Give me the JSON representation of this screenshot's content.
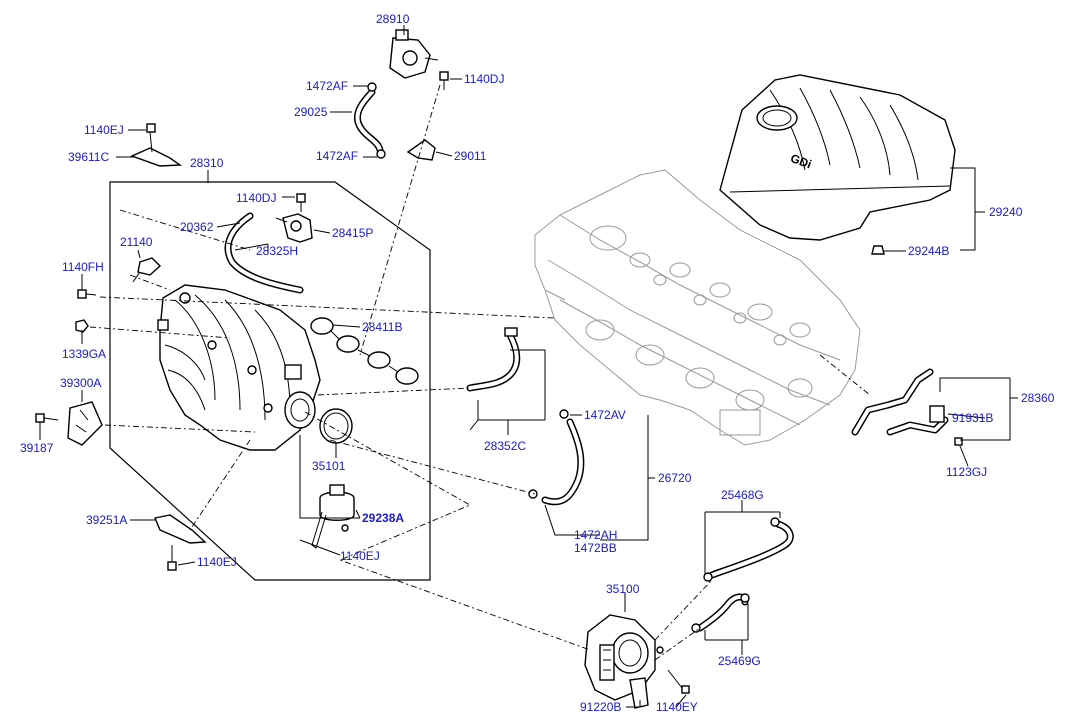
{
  "diagram": {
    "labels": {
      "p28910": "28910",
      "p1472AF_top": "1472AF",
      "p1140DJ_top": "1140DJ",
      "p29025": "29025",
      "p1472AF_bot": "1472AF",
      "p29011": "29011",
      "p1140EJ_topleft": "1140EJ",
      "p39611C": "39611C",
      "p28310": "28310",
      "p1140DJ_mid": "1140DJ",
      "p20362": "20362",
      "p28415P": "28415P",
      "p28325H": "28325H",
      "p21140": "21140",
      "p1140FH": "1140FH",
      "p28411B": "28411B",
      "p1339GA": "1339GA",
      "p39300A": "39300A",
      "p39187": "39187",
      "p35101": "35101",
      "p28352C": "28352C",
      "p1472AV": "1472AV",
      "p26720": "26720",
      "p29238A": "29238A",
      "p39251A": "39251A",
      "p1140EJ_mid": "1140EJ",
      "p1140EJ_bot": "1140EJ",
      "p1472AH": "1472AH",
      "p1472BB": "1472BB",
      "p25468G": "25468G",
      "p35100": "35100",
      "p25469G": "25469G",
      "p91220B": "91220B",
      "p1140EY": "1140EY",
      "p29240": "29240",
      "p29244B": "29244B",
      "p28360": "28360",
      "p91931B": "91931B",
      "p1123GJ": "1123GJ",
      "cover_logo": "GDi"
    }
  }
}
